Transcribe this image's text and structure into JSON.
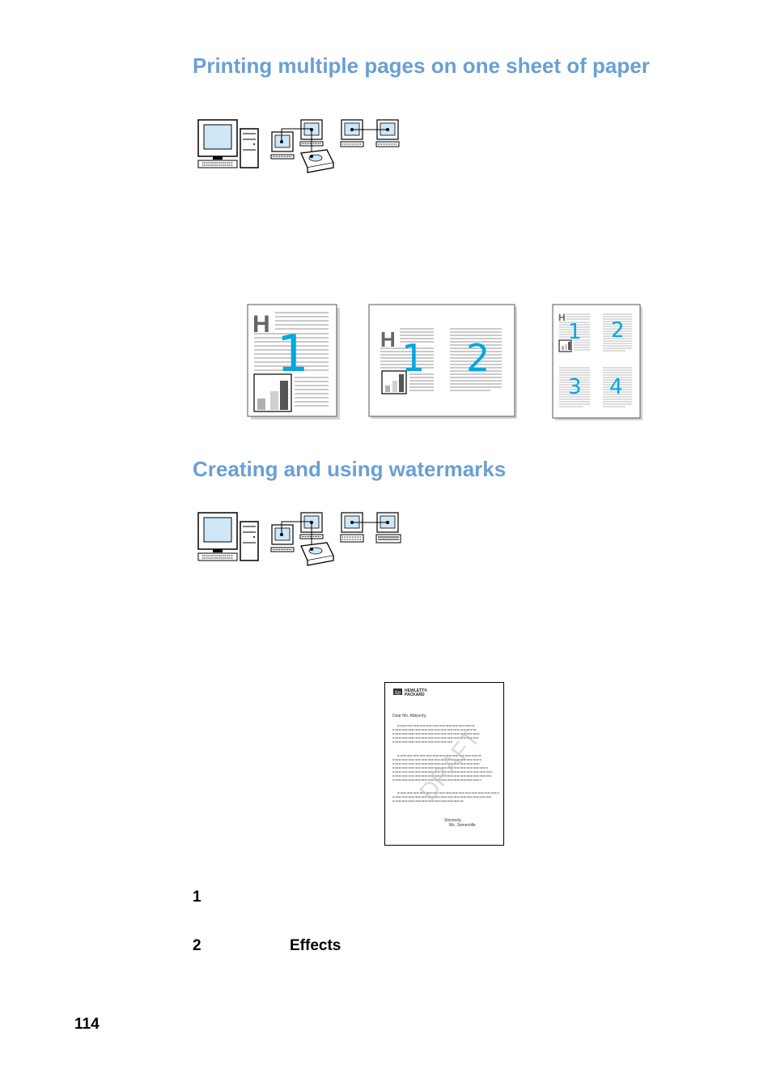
{
  "section1": {
    "title": "Printing multiple pages on one sheet of paper"
  },
  "nup": {
    "one_up": {
      "big_number": "1"
    },
    "two_up": {
      "numbers": [
        "1",
        "2"
      ]
    },
    "four_up": {
      "numbers": [
        "1",
        "2",
        "3",
        "4"
      ]
    }
  },
  "section2": {
    "title": "Creating and using watermarks"
  },
  "letter": {
    "logo_line1": "HEWLETT®",
    "logo_line2": "PACKARD",
    "greeting": "Dear Ms. Abbyerty,",
    "signoff": "Sincerely,",
    "signer": "Ms. Somerville",
    "watermark": "DRAFT"
  },
  "steps": [
    {
      "number": "1",
      "text": ""
    },
    {
      "number": "2",
      "text": "Effects"
    }
  ],
  "page_number": "114",
  "colors": {
    "heading": "#6a9fd4",
    "accent_numbers": "#00a7e1",
    "monitor_screen": "#cfe6f7"
  }
}
